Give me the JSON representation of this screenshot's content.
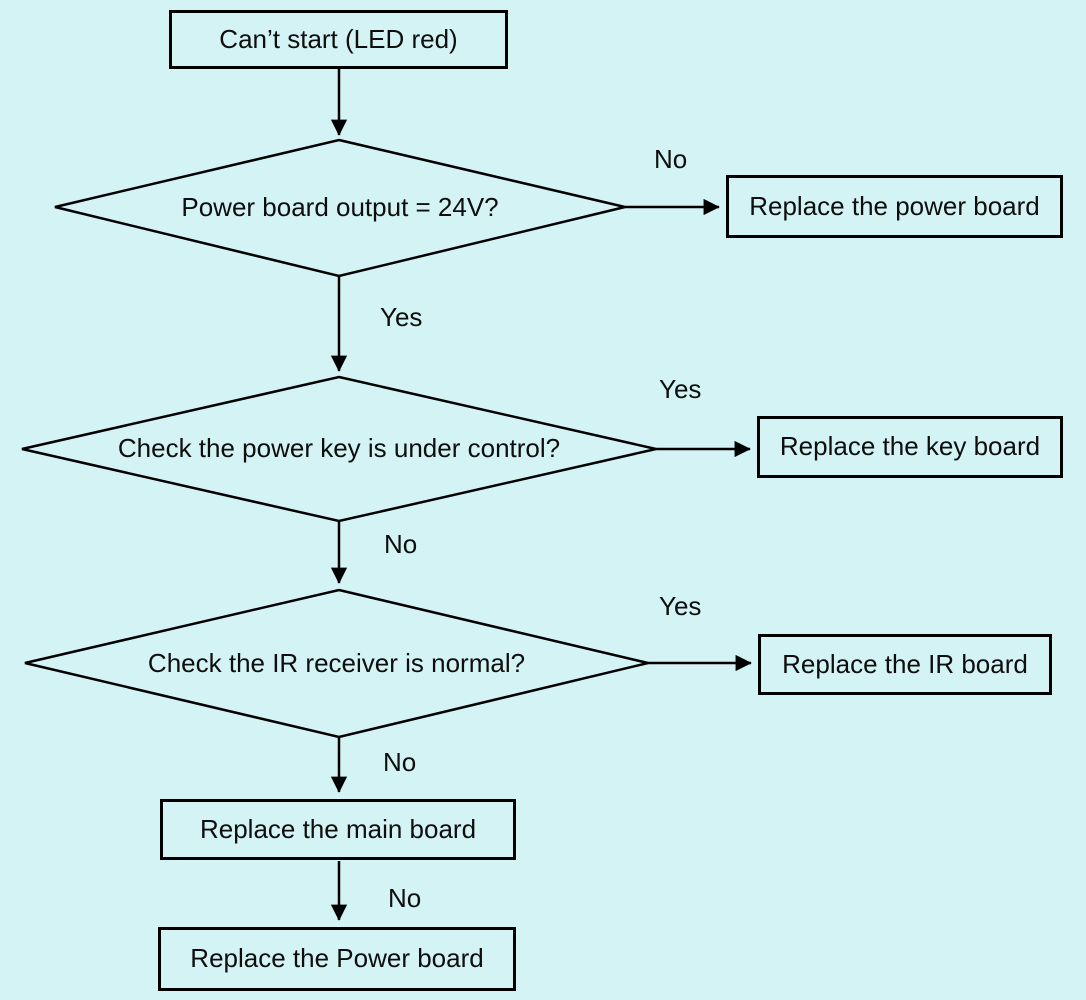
{
  "colors": {
    "background": "#d3f3f4",
    "line": "#000000",
    "text": "#0e0e0e"
  },
  "nodes": {
    "start": "Can’t start (LED red)",
    "decision1": "Power board output = 24V?",
    "action1": "Replace the power board",
    "decision2": "Check the power key is under control?",
    "action2": "Replace the key board",
    "decision3": "Check the IR receiver is normal?",
    "action3": "Replace the IR board",
    "action4": "Replace the main board",
    "action5": "Replace the Power board"
  },
  "edge_labels": {
    "d1_no": "No",
    "d1_yes": "Yes",
    "d2_yes": "Yes",
    "d2_no": "No",
    "d3_yes": "Yes",
    "d3_no": "No",
    "a4_no": "No"
  }
}
